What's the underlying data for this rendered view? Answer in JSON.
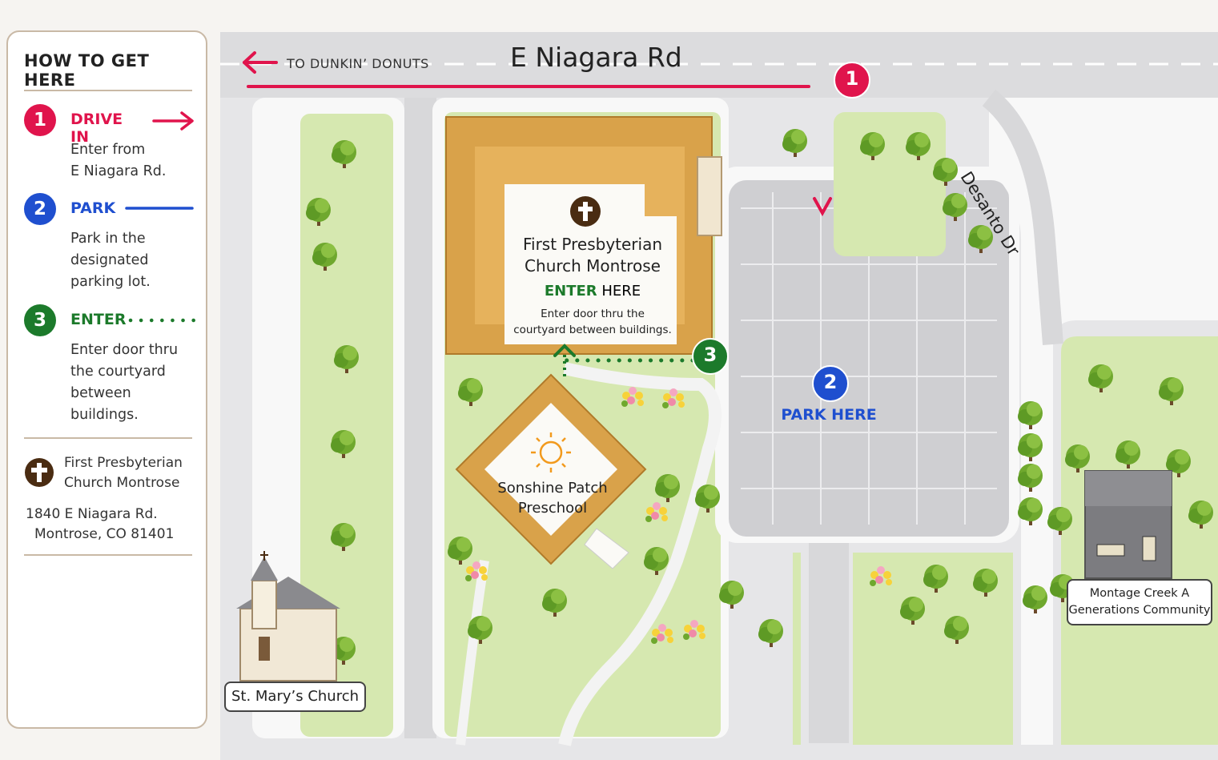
{
  "legend": {
    "title": "HOW TO GET HERE",
    "steps": [
      {
        "num": "1",
        "label": "DRIVE IN",
        "text1": "Enter from",
        "text2": "E Niagara Rd.",
        "color": "#e0144c"
      },
      {
        "num": "2",
        "label": "PARK",
        "text1": "Park in the",
        "text2": "designated",
        "text3": "parking lot.",
        "color": "#1f4fcf"
      },
      {
        "num": "3",
        "label": "ENTER",
        "text1": "Enter door thru",
        "text2": "the courtyard",
        "text3": "between",
        "text4": "buildings.",
        "color": "#1c7a2b"
      }
    ],
    "church_line1": "First Presbyterian",
    "church_line2": "Church Montrose",
    "address_line1": "1840 E Niagara Rd.",
    "address_line2": "Montrose, CO 81401"
  },
  "map": {
    "road_name": "E Niagara Rd",
    "to_dunkin": "TO DUNKIN’ DONUTS",
    "side_road": "Desanto Dr",
    "church_title_1": "First Presbyterian",
    "church_title_2": "Church Montrose",
    "enter_word": "ENTER",
    "here_word": " HERE",
    "enter_sub_1": "Enter door thru the",
    "enter_sub_2": "courtyard between buildings.",
    "preschool_1": "Sonshine Patch",
    "preschool_2": "Preschool",
    "park_here": "PARK HERE",
    "badge1": "1",
    "badge2": "2",
    "badge3": "3",
    "st_marys": "St. Mary’s Church",
    "montage_1": "Montage Creek A",
    "montage_2": "Generations Community"
  },
  "colors": {
    "drive": "#e0144c",
    "park": "#1f4fcf",
    "enter": "#1c7a2b",
    "grass": "#d6e8b0",
    "pavement": "#d8d8da",
    "roof": "#d9a24a"
  },
  "icons": [
    "right-arrow-icon",
    "left-arrow-icon",
    "cross-icon",
    "sun-icon",
    "tree-icon",
    "flower-icon",
    "church-building-icon",
    "house-icon"
  ]
}
